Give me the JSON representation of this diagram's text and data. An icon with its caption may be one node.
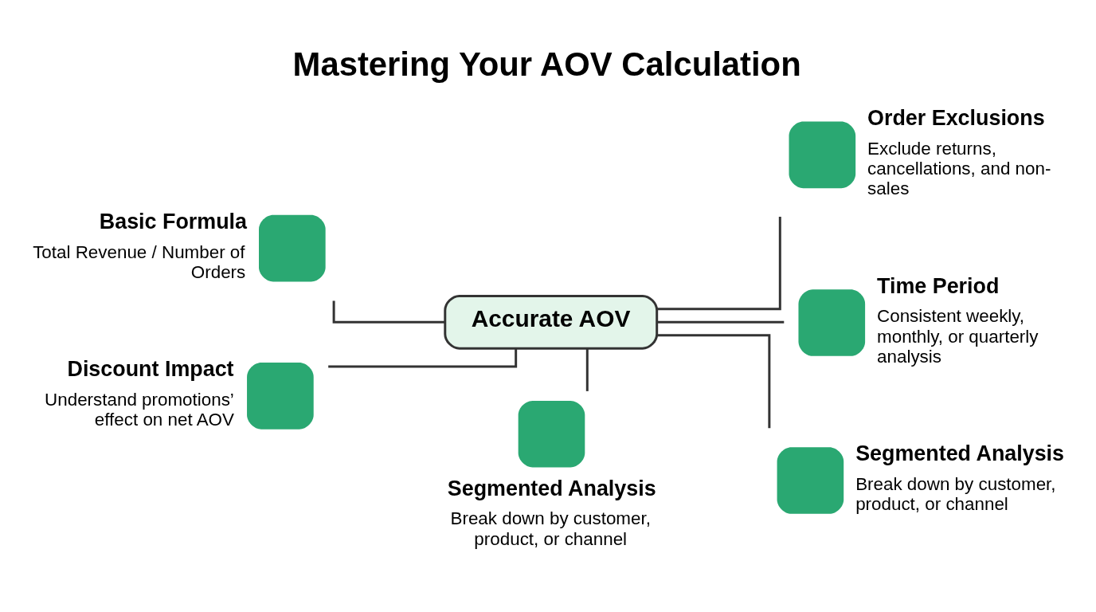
{
  "diagram": {
    "title": "Mastering Your AOV Calculation",
    "nodes": [
      {
        "text": [
          "Accurate AOV"
        ]
      },
      {
        "text": [
          "Basic Formula",
          "Total Revenue / Number of Orders"
        ]
      },
      {
        "text": [
          "Discount Impact",
          "Understand promotions’ effect on net AOV"
        ]
      },
      {
        "text": [
          "Segmented Analysis",
          "Break down by customer, product, or channel"
        ]
      },
      {
        "text": [
          "Order Exclusions",
          "Exclude returns, cancellations, and non-sales"
        ]
      },
      {
        "text": [
          "Time Period",
          "Consistent weekly, monthly, or quarterly analysis"
        ]
      },
      {
        "text": [
          "Segmented Analysis",
          "Break down by customer, product, or channel"
        ]
      }
    ],
    "edges": [
      {
        "from": 0,
        "to": 1,
        "arrow": "none"
      },
      {
        "from": 0,
        "to": 2,
        "arrow": "none"
      },
      {
        "from": 0,
        "to": 3,
        "arrow": "none"
      },
      {
        "from": 0,
        "to": 4,
        "arrow": "none"
      },
      {
        "from": 0,
        "to": 5,
        "arrow": "none"
      },
      {
        "from": 0,
        "to": 6,
        "arrow": "none"
      }
    ]
  }
}
